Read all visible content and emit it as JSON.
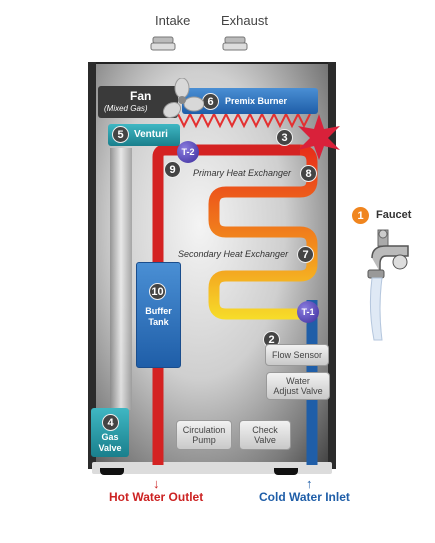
{
  "top_labels": {
    "intake": "Intake",
    "exhaust": "Exhaust"
  },
  "fan": {
    "title": "Fan",
    "subtitle": "(Mixed Gas)"
  },
  "components": {
    "premix_burner": {
      "num": "6",
      "label": "Premix Burner"
    },
    "venturi": {
      "num": "5",
      "label": "Venturi"
    },
    "spark": {
      "num": "3"
    },
    "primary_hx": {
      "num": "8",
      "label": "Primary Heat Exchanger"
    },
    "secondary_hx": {
      "num": "7",
      "label": "Secondary Heat Exchanger"
    },
    "buffer_tank": {
      "num": "10",
      "line1": "Buffer",
      "line2": "Tank"
    },
    "gas_valve": {
      "num": "4",
      "line1": "Gas",
      "line2": "Valve"
    },
    "flow_sensor": {
      "num": "2",
      "label": "Flow Sensor"
    },
    "water_adjust": {
      "line1": "Water",
      "line2": "Adjust Valve"
    },
    "circulation_pump": {
      "line1": "Circulation",
      "line2": "Pump"
    },
    "check_valve": {
      "line1": "Check",
      "line2": "Valve"
    },
    "node9": {
      "num": "9"
    },
    "t2": {
      "label": "T-2"
    },
    "t1": {
      "label": "T-1"
    }
  },
  "faucet": {
    "num": "1",
    "label": "Faucet"
  },
  "outlets": {
    "hot": "Hot Water Outlet",
    "cold": "Cold Water Inlet"
  },
  "colors": {
    "hot": "#cc2222",
    "cold": "#1f5ea8",
    "accent": "#f0851e"
  }
}
